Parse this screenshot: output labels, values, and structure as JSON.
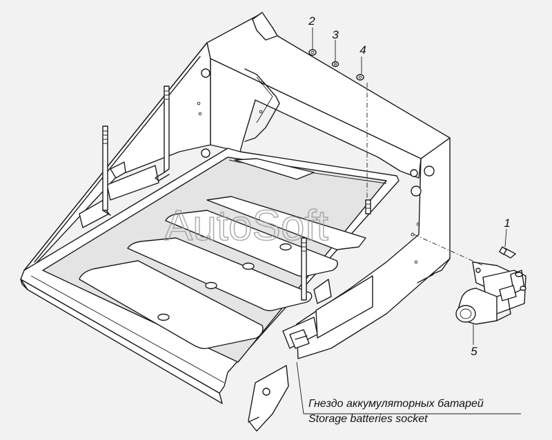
{
  "watermark": "AutoSoft",
  "callouts": [
    {
      "id": "callout-1",
      "label": "1"
    },
    {
      "id": "callout-2",
      "label": "2"
    },
    {
      "id": "callout-3",
      "label": "3"
    },
    {
      "id": "callout-4",
      "label": "4"
    },
    {
      "id": "callout-5",
      "label": "5"
    }
  ],
  "caption": {
    "ru": "Гнездо аккумуляторных батарей",
    "en": "Storage batteries socket"
  },
  "parts": {
    "bracket": "battery-box-bracket",
    "tray": "battery-tray",
    "bolt": "bolt",
    "nut": "nut",
    "lock_washer": "lock-washer",
    "washer": "washer",
    "switch": "battery-ground-switch"
  }
}
